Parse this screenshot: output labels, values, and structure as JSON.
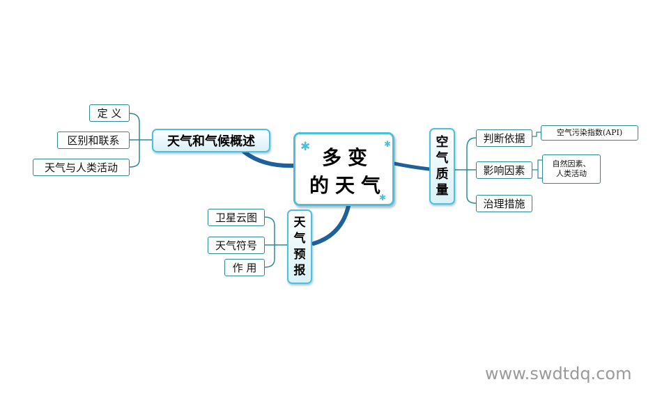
{
  "diagram": {
    "center": {
      "line1": "多变",
      "line2": "的天气"
    },
    "branches": {
      "overview": {
        "label": "天气和气候概述",
        "children": [
          "定 义",
          "区别和联系",
          "天气与人类活动"
        ]
      },
      "air_quality": {
        "chars": [
          "空",
          "气",
          "质",
          "量"
        ],
        "children": [
          "判断依据",
          "影响因素",
          "治理措施"
        ]
      },
      "forecast": {
        "chars": [
          "天",
          "气",
          "预",
          "报"
        ],
        "children": [
          "卫星云图",
          "天气符号",
          "作 用"
        ]
      }
    },
    "details": {
      "criteria": "空气污染指数(API)",
      "factors_line1": "自然因素、",
      "factors_line2": "人类活动"
    },
    "colors": {
      "branch_border": "#4cc0dc",
      "connector": "#1f5f9a",
      "leaf_border": "#2a8a92",
      "accent": "#4cbfdb"
    },
    "icons": [
      "star-icon"
    ]
  },
  "watermark": "www.swdtdq.com"
}
